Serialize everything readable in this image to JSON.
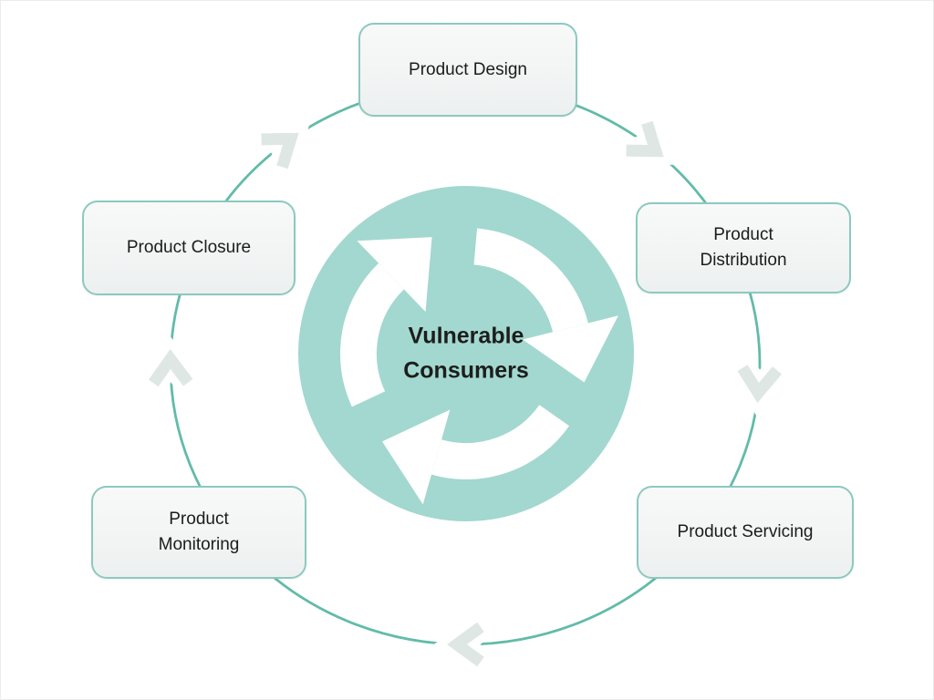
{
  "diagram": {
    "center_label": "Vulnerable\nConsumers",
    "flow_direction": "clockwise",
    "nodes": [
      {
        "label": "Product Design",
        "position": "top"
      },
      {
        "label": "Product\nDistribution",
        "position": "upper-right"
      },
      {
        "label": "Product Servicing",
        "position": "lower-right"
      },
      {
        "label": "Product\nMonitoring",
        "position": "lower-left"
      },
      {
        "label": "Product Closure",
        "position": "upper-left"
      }
    ],
    "colors": {
      "center_circle_fill": "#a2d8cf",
      "ring_line": "#62bba9",
      "ring_chevron": "#dfe7e4",
      "node_border": "#8cc9bf",
      "node_fill": "#f3f5f5",
      "cycle_arrow": "#ffffff",
      "text": "#1b1b1b",
      "background": "#ffffff"
    }
  }
}
